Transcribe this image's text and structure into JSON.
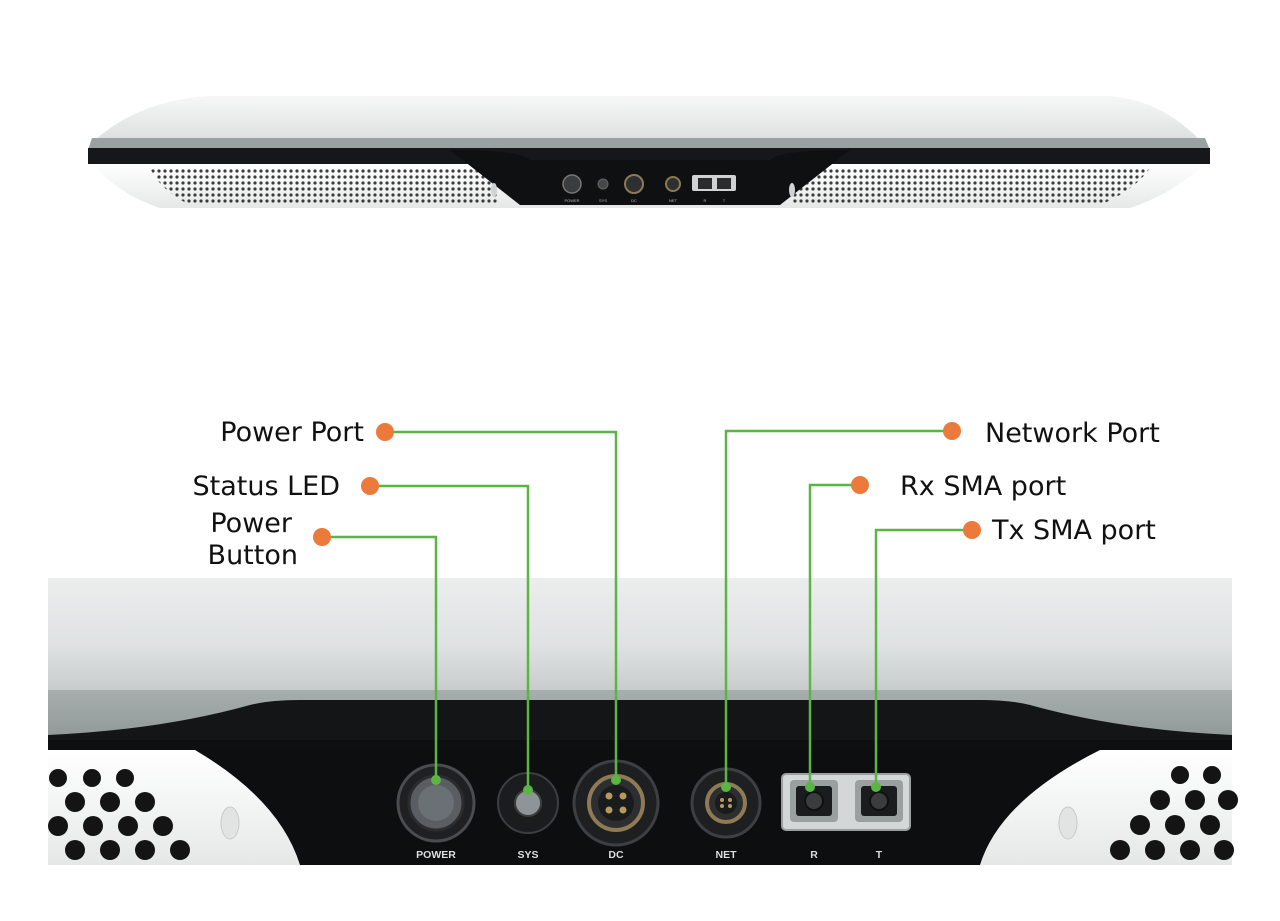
{
  "device_top_labels": [
    "POWER",
    "SYS",
    "DC",
    "NET",
    "R",
    "T"
  ],
  "device_bottom_labels": {
    "power": "POWER",
    "sys": "SYS",
    "dc": "DC",
    "net": "NET",
    "r": "R",
    "t": "T"
  },
  "callouts": {
    "power_port": "Power Port",
    "status_led": "Status LED",
    "power_button_line1": "Power",
    "power_button_line2": "Button",
    "network_port": "Network Port",
    "rx_sma": "Rx SMA port",
    "tx_sma": "Tx SMA port"
  },
  "colors": {
    "leader_line": "#5bb544",
    "dot": "#ec7a3a",
    "device_dark": "#111214",
    "device_light": "#e9ecec",
    "device_gray": "#9ea6a6"
  }
}
